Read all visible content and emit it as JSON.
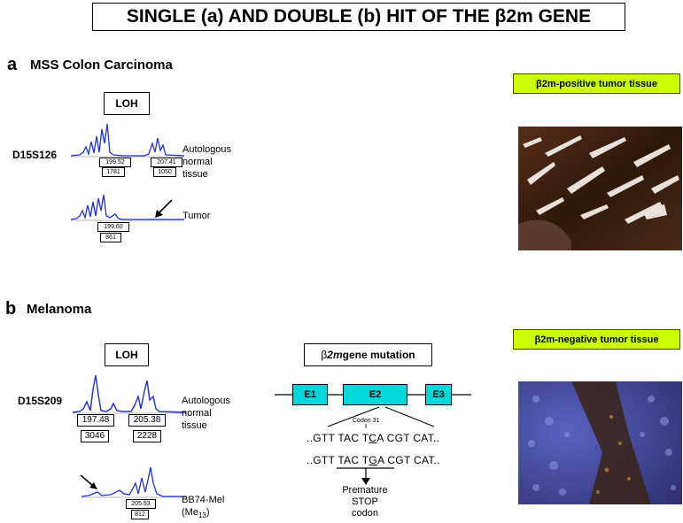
{
  "title": "SINGLE (a) AND DOUBLE (b) HIT OF THE β2m GENE",
  "panel_a": {
    "letter": "a",
    "heading": "MSS Colon Carcinoma",
    "loh_label": "LOH",
    "marker": "D15S126",
    "normal_label_lines": [
      "Autologous",
      "normal",
      "tissue"
    ],
    "tumor_label": "Tumor",
    "normal_peaks": [
      {
        "size": "199.52",
        "height": "1781"
      },
      {
        "size": "207.41",
        "height": "1050"
      }
    ],
    "tumor_peaks": [
      {
        "size": "199.60",
        "height": "861"
      }
    ],
    "tissue_label": "β2m-positive tumor tissue"
  },
  "panel_b": {
    "letter": "b",
    "heading": "Melanoma",
    "loh_label": "LOH",
    "marker": "D15S209",
    "normal_label_lines": [
      "Autologous",
      "normal",
      "tissue"
    ],
    "tumor_label_lines": [
      "BB74-Mel",
      "(Me13)"
    ],
    "normal_peaks": [
      {
        "size": "197.48",
        "height": "3046"
      },
      {
        "size": "205.38",
        "height": "2228"
      }
    ],
    "tumor_peaks": [
      {
        "size": "205.53",
        "height": "812"
      }
    ],
    "mutation": {
      "header_prefix": "β",
      "header_italic": "2m",
      "header_suffix": " gene mutation",
      "exons": [
        "E1",
        "E2",
        "E3"
      ],
      "codon_label": "Codon 31",
      "seq_wild_pre": "..GTT TAC T",
      "seq_wild_underline": "C",
      "seq_wild_post": "A CGT CAT..",
      "seq_mut_pre": "..GTT TAC T",
      "seq_mut_underline": "G",
      "seq_mut_post": "A CGT CAT..",
      "result_lines": [
        "Premature STOP",
        "codon"
      ]
    },
    "tissue_label": "β2m-negative tumor tissue"
  },
  "colors": {
    "trace": "#1f2fd6",
    "exon": "#00d8dc",
    "label_bg": "#ccff00",
    "positive_tissue": "#3b1d0e",
    "negative_tissue": "#4a4ea8"
  }
}
